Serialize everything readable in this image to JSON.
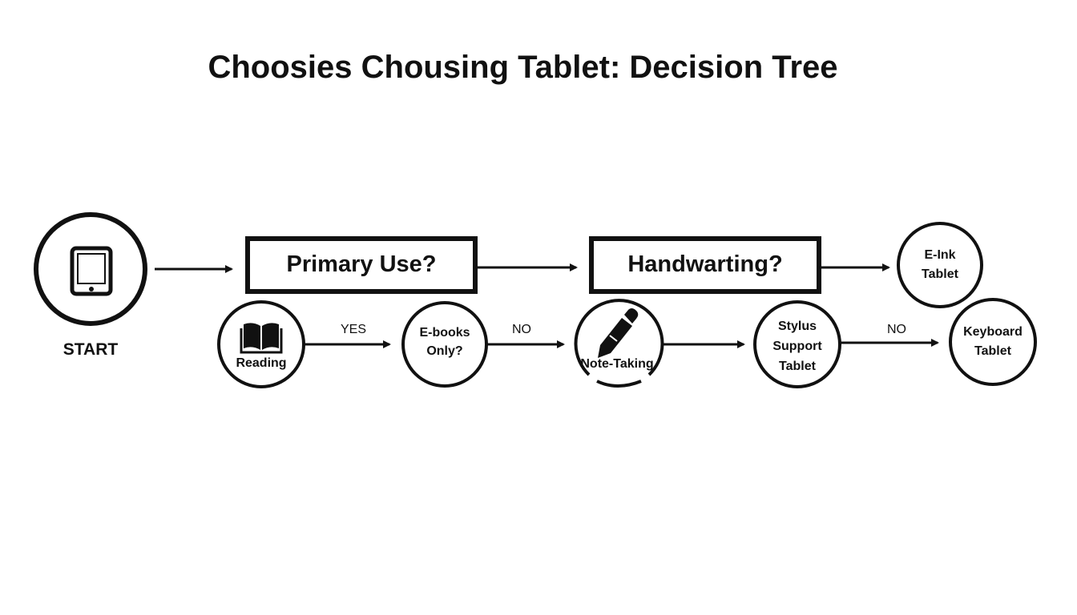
{
  "title": "Choosies Chousing Tablet: Decision Tree",
  "colors": {
    "ink": "#111111",
    "background": "#ffffff"
  },
  "nodes": {
    "start": {
      "label": "START",
      "icon": "tablet-icon"
    },
    "primary_use": {
      "label": "Primary Use?"
    },
    "handwriting": {
      "label": "Handwarting?"
    },
    "eink": {
      "line1": "E-Ink",
      "line2": "Tablet"
    },
    "reading": {
      "label": "Reading",
      "icon": "book-icon"
    },
    "ebooks": {
      "line1": "E-books",
      "line2": "Only?"
    },
    "note_taking": {
      "label": "Note-Taking",
      "icon": "pen-icon"
    },
    "stylus": {
      "line1": "Stylus",
      "line2": "Support",
      "line3": "Tablet"
    },
    "keyboard": {
      "line1": "Keyboard",
      "line2": "Tablet"
    }
  },
  "edges": {
    "reading_to_ebooks": "YES",
    "ebooks_to_note": "NO",
    "stylus_to_keyboard": "NO"
  }
}
